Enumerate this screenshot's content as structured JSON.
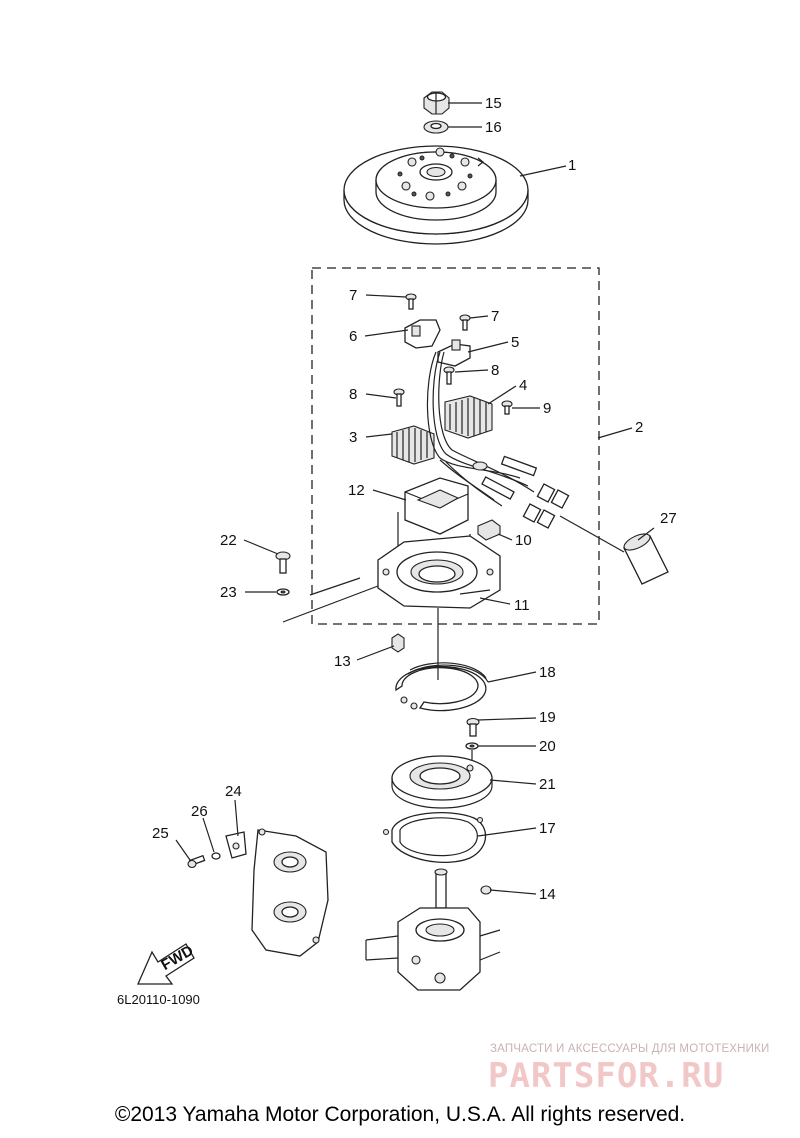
{
  "diagram": {
    "code": "6L20110-1090",
    "fwd_label": "FWD",
    "callouts": [
      {
        "id": "15",
        "text": "15"
      },
      {
        "id": "16",
        "text": "16"
      },
      {
        "id": "1",
        "text": "1"
      },
      {
        "id": "7a",
        "text": "7"
      },
      {
        "id": "7b",
        "text": "7"
      },
      {
        "id": "6",
        "text": "6"
      },
      {
        "id": "5",
        "text": "5"
      },
      {
        "id": "8a",
        "text": "8"
      },
      {
        "id": "4",
        "text": "4"
      },
      {
        "id": "8b",
        "text": "8"
      },
      {
        "id": "9",
        "text": "9"
      },
      {
        "id": "3",
        "text": "3"
      },
      {
        "id": "2",
        "text": "2"
      },
      {
        "id": "12",
        "text": "12"
      },
      {
        "id": "27",
        "text": "27"
      },
      {
        "id": "10",
        "text": "10"
      },
      {
        "id": "22",
        "text": "22"
      },
      {
        "id": "23",
        "text": "23"
      },
      {
        "id": "11",
        "text": "11"
      },
      {
        "id": "13",
        "text": "13"
      },
      {
        "id": "18",
        "text": "18"
      },
      {
        "id": "19",
        "text": "19"
      },
      {
        "id": "20",
        "text": "20"
      },
      {
        "id": "21",
        "text": "21"
      },
      {
        "id": "24",
        "text": "24"
      },
      {
        "id": "26",
        "text": "26"
      },
      {
        "id": "25",
        "text": "25"
      },
      {
        "id": "17",
        "text": "17"
      },
      {
        "id": "14",
        "text": "14"
      }
    ]
  },
  "footer": {
    "copyright": "©2013 Yamaha Motor Corporation, U.S.A. All rights reserved."
  },
  "watermark": {
    "tagline": "ЗАПЧАСТИ И АКСЕССУАРЫ ДЛЯ МОТОТЕХНИКИ",
    "brand": "PARTSFOR.RU"
  }
}
